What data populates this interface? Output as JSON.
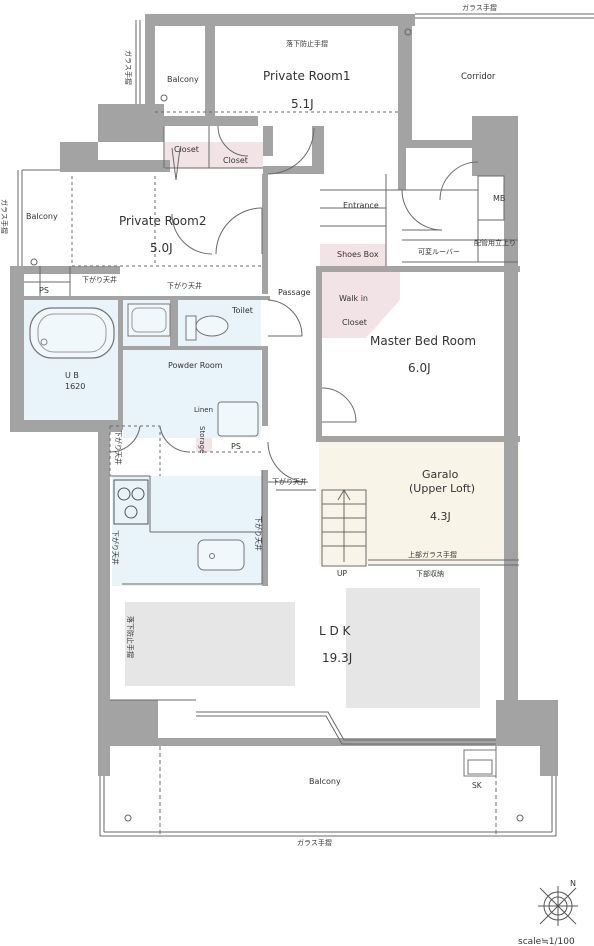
{
  "rooms": {
    "private1": {
      "name": "Private Room1",
      "size": "5.1J"
    },
    "private2": {
      "name": "Private Room2",
      "size": "5.0J"
    },
    "master": {
      "name": "Master Bed Room",
      "size": "6.0J"
    },
    "garalo_line1": "Garalo",
    "garalo_line2": "(Upper Loft)",
    "garalo_size": "4.3J",
    "ldk": {
      "name": "L D K",
      "size": "19.3J"
    }
  },
  "labels": {
    "balcony_top": "Balcony",
    "corridor": "Corridor",
    "closet": "Closet",
    "balcony_left": "Balcony",
    "glass_rail_left": "ガラス手摺",
    "glass_rail_top_left": "ガラス手摺",
    "glass_rail_top_right": "ガラス手摺",
    "fall_rail_top": "落下防止手摺",
    "entrance": "Entrance",
    "mb": "MB",
    "shoes_box": "Shoes Box",
    "louver": "可変ルーバー",
    "pipe_shaft": "配管用立上り",
    "ps": "PS",
    "lowered_ceiling": "下がり天井",
    "passage": "Passage",
    "walk_in": "Walk in",
    "toilet": "Toilet",
    "ub": "U B",
    "ub_size": "1620",
    "powder_room": "Powder Room",
    "linen": "Linen",
    "storage": "Storage",
    "up": "UP",
    "upper_glass_rail": "上部ガラス手摺",
    "lower_storage": "下部収納",
    "fall_rail_left": "落下防止手摺",
    "balcony_bottom": "Balcony",
    "sk": "SK",
    "glass_rail_bottom": "ガラス手摺",
    "scale": "scale≒1/100"
  },
  "colors": {
    "wall": "#a3a3a3",
    "closet": "#f2e4e6",
    "wet_area": "#e8f4fa",
    "loft": "#f8f5e8",
    "furniture": "#e6e6e6"
  }
}
